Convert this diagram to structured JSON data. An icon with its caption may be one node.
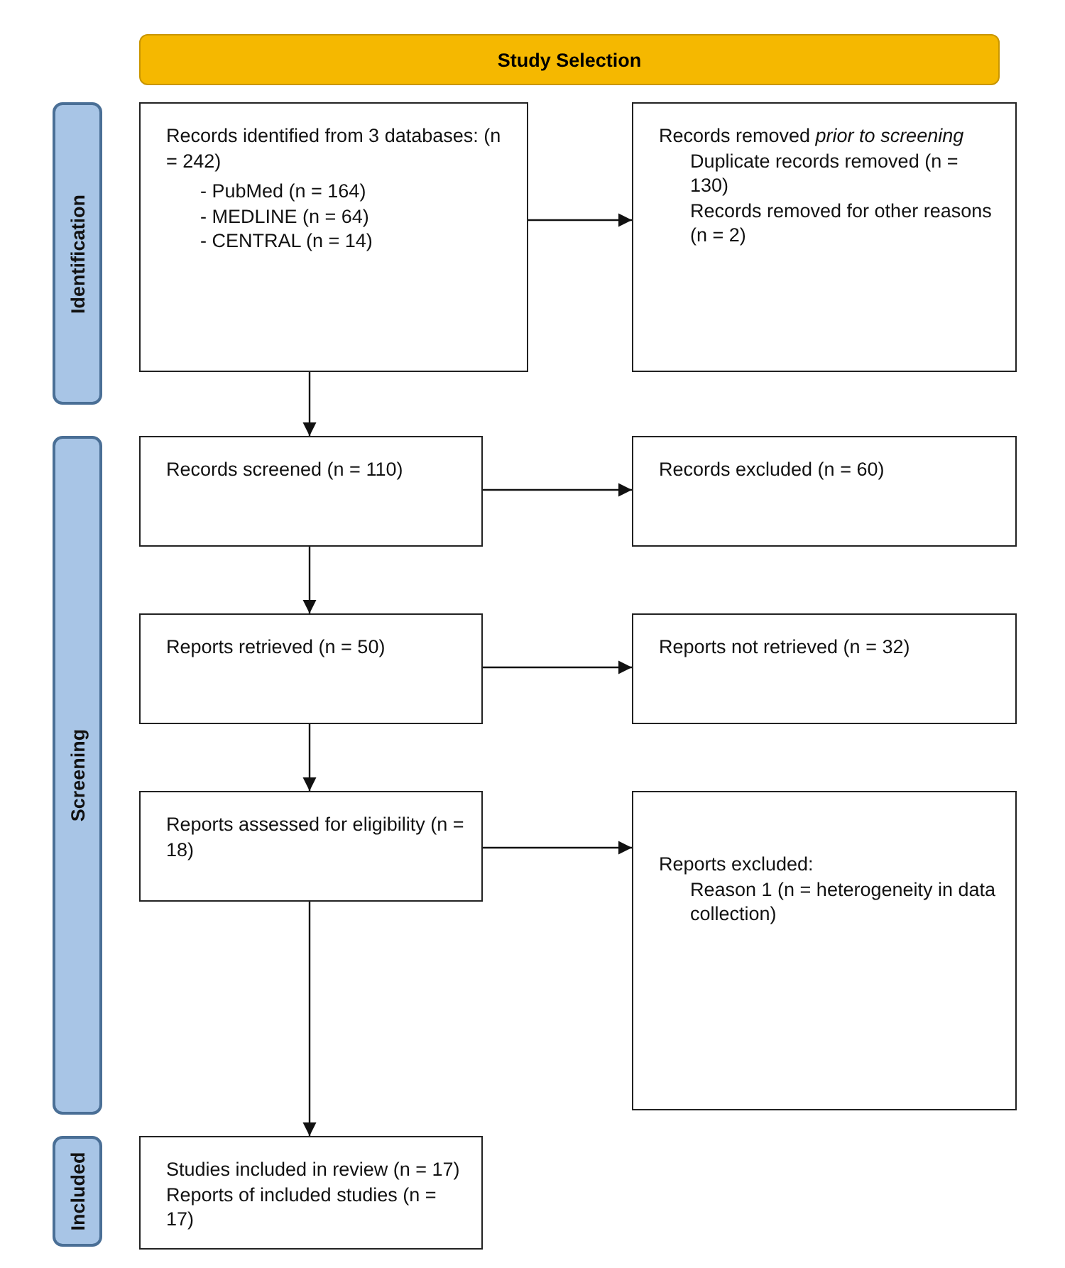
{
  "diagram": {
    "nodes": [
      {
        "text": [
          "Study Selection"
        ]
      },
      {
        "text": [
          "Identification"
        ]
      },
      {
        "text": [
          "Records identified from 3 databases: (n = 242)",
          "- PubMed (n = 164)",
          "- MEDLINE (n = 64)",
          "- CENTRAL (n = 14)"
        ]
      },
      {
        "text": [
          "Records removed *prior to screening*",
          "Duplicate records removed (n = 130)",
          "Records removed for other reasons (n = 2)"
        ]
      },
      {
        "text": [
          "Screening"
        ]
      },
      {
        "text": [
          "Records screened (n = 110)"
        ]
      },
      {
        "text": [
          "Records excluded (n = 60)"
        ]
      },
      {
        "text": [
          "Reports retrieved (n = 50)"
        ]
      },
      {
        "text": [
          "Reports not retrieved (n = 32)"
        ]
      },
      {
        "text": [
          "Reports assessed for eligibility (n = 18)"
        ]
      },
      {
        "text": [
          "Reports excluded:",
          "Reason 1 (n = heterogeneity in data collection)"
        ]
      },
      {
        "text": [
          "Included"
        ]
      },
      {
        "text": [
          "Studies included in review (n = 17)",
          "Reports of included studies (n = 17)"
        ]
      }
    ],
    "edges": [
      {
        "from": 2,
        "to": 3,
        "arrow": "to"
      },
      {
        "from": 2,
        "to": 5,
        "arrow": "to"
      },
      {
        "from": 5,
        "to": 6,
        "arrow": "to"
      },
      {
        "from": 5,
        "to": 7,
        "arrow": "to"
      },
      {
        "from": 7,
        "to": 8,
        "arrow": "to"
      },
      {
        "from": 7,
        "to": 9,
        "arrow": "to"
      },
      {
        "from": 9,
        "to": 10,
        "arrow": "to"
      },
      {
        "from": 9,
        "to": 12,
        "arrow": "to"
      }
    ]
  }
}
